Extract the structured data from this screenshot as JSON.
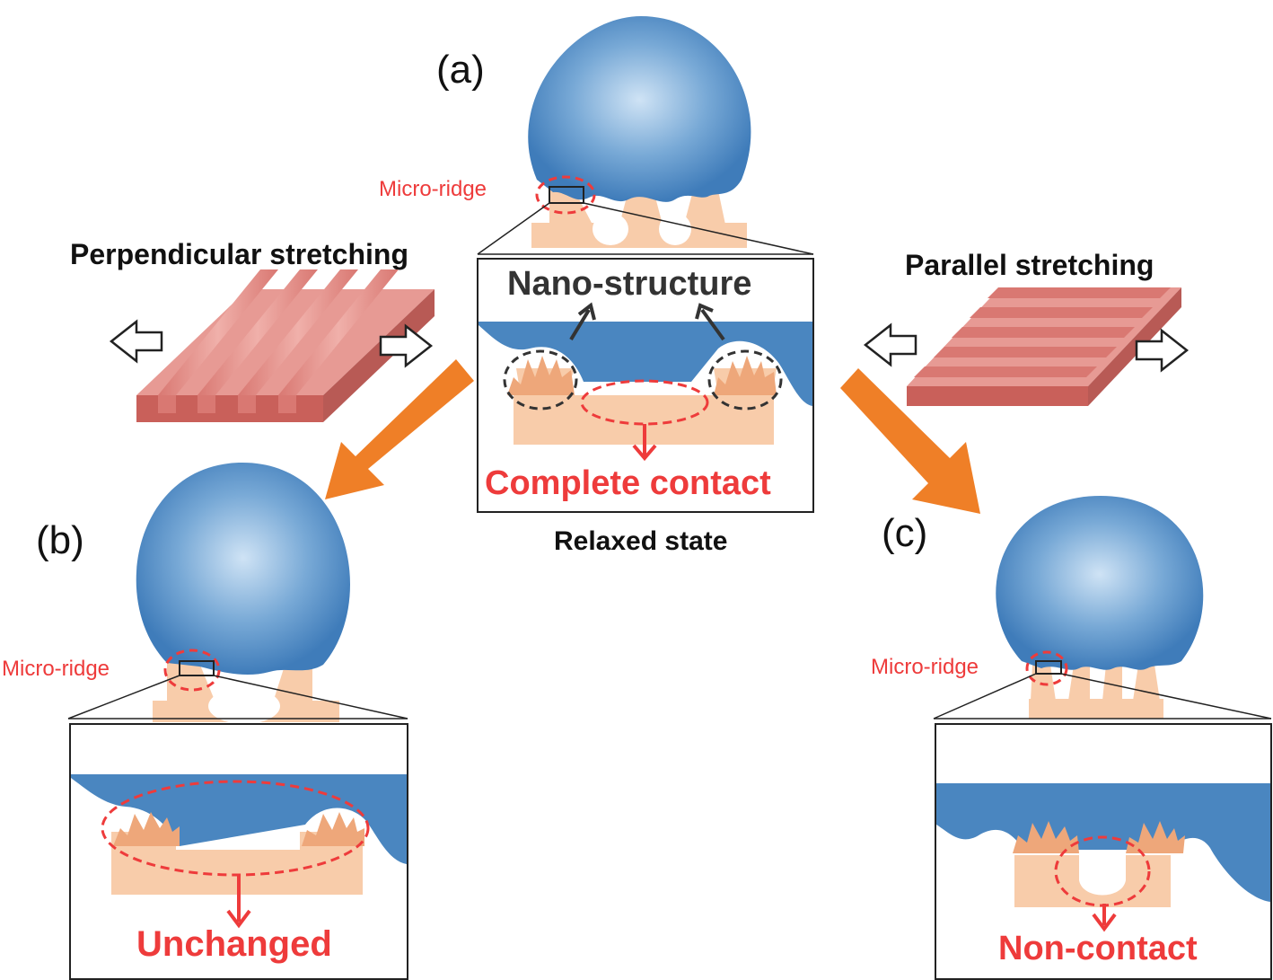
{
  "panels": {
    "a": {
      "label": "(a)",
      "caption": "Relaxed state",
      "micro_ridge": "Micro-ridge",
      "nano_structure": "Nano-structure",
      "result": "Complete contact"
    },
    "b": {
      "label": "(b)",
      "micro_ridge": "Micro-ridge",
      "result": "Unchanged"
    },
    "c": {
      "label": "(c)",
      "micro_ridge": "Micro-ridge",
      "result": "Non-contact"
    }
  },
  "stretching": {
    "left": "Perpendicular stretching",
    "right": "Parallel stretching"
  },
  "colors": {
    "droplet": "#4a86c0",
    "droplet_light": "#cfe3f5",
    "substrate": "#f8ccaa",
    "nano_tip": "#eea77a",
    "annotation_red": "#ee3b3b",
    "annotation_dark": "#333333",
    "arrow_orange": "#ef7f27",
    "membrane_top": "#e79a94",
    "membrane_side": "#c9605a"
  }
}
